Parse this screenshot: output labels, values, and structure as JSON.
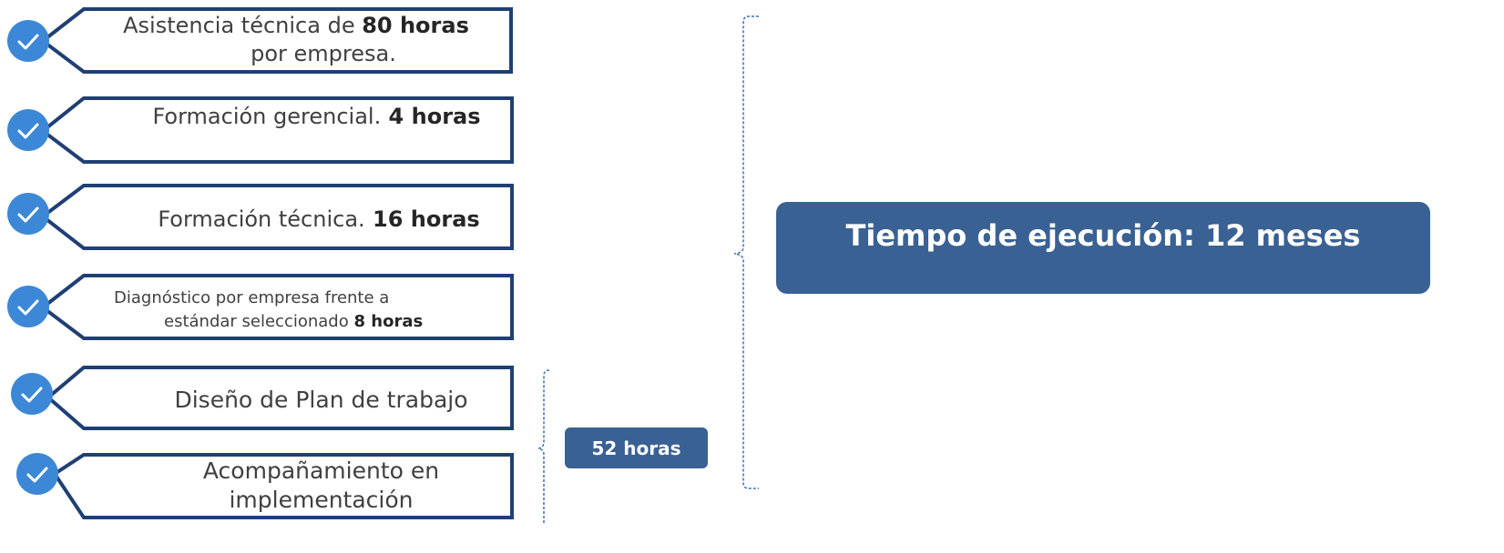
{
  "items": [
    {
      "text_a": "Asistencia técnica de ",
      "bold": "80 horas",
      "text_b": "por empresa."
    },
    {
      "text_a": "Formación gerencial.",
      "bold": " 4 horas"
    },
    {
      "text_a": "Formación técnica.",
      "bold": " 16 horas"
    },
    {
      "text_a": "Diagnóstico por empresa frente a",
      "text_b": "estándar seleccionado ",
      "bold": "8 horas"
    },
    {
      "text_a": "Diseño de Plan de trabajo"
    },
    {
      "text_a": "Acompañamiento en",
      "text_b": "implementación"
    }
  ],
  "sub_total": "52 horas",
  "summary": "Tiempo de ejecución: 12 meses",
  "colors": {
    "outline": "#1f3f75",
    "check": "#3d88d6",
    "box_fill": "#3a6193",
    "bracket": "#3a6fb5"
  },
  "icons": [
    "check-icon"
  ]
}
